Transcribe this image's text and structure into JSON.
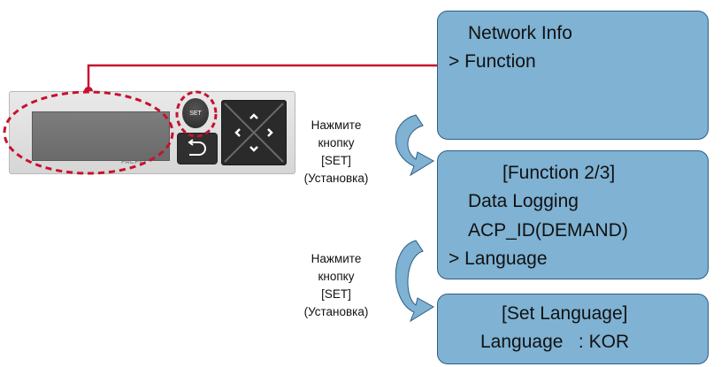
{
  "device": {
    "brand": "PACP4T",
    "set_button_label": "SET",
    "icons": [
      "back-arrow-icon",
      "arrow-up-icon",
      "arrow-down-icon",
      "arrow-left-icon",
      "arrow-right-icon"
    ]
  },
  "screens": {
    "first": {
      "lines": [
        "Network Info",
        "> Function"
      ]
    },
    "second": {
      "lines": [
        "[Function 2/3]",
        "Data Logging",
        "ACP_ID(DEMAND)",
        "> Language"
      ]
    },
    "third": {
      "lines": [
        "[Set Language]",
        "Language   : KOR"
      ]
    }
  },
  "instructions": {
    "step1": [
      "Нажмите",
      "кнопку",
      "[SET]",
      "(Установка)"
    ],
    "step2": [
      "Нажмите",
      "кнопку",
      "[SET]",
      "(Установка)"
    ]
  },
  "colors": {
    "highlight": "#c8102e",
    "screen_fill": "#7fb2d3",
    "screen_border": "#2d5e84",
    "arrow_fill": "#7fb2d3"
  }
}
